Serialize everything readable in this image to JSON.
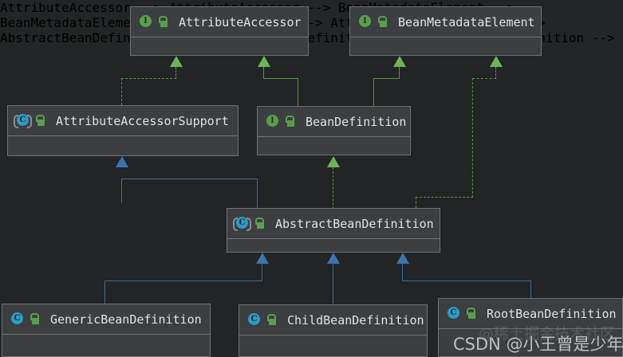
{
  "diagram": {
    "kind": "uml-class-hierarchy",
    "background_color": "#232425",
    "node_fill": "#3c3f41",
    "node_border": "#6e7072",
    "inheritance_color": "#3a6ea5",
    "realization_color": "#4e9a3d",
    "nodes": [
      {
        "id": "attribute-accessor",
        "name": "AttributeAccessor",
        "stereotype": "interface",
        "icon": "interface-icon",
        "visibility_icon": "public-unlocked-icon"
      },
      {
        "id": "bean-metadata-element",
        "name": "BeanMetadataElement",
        "stereotype": "interface",
        "icon": "interface-icon",
        "visibility_icon": "public-unlocked-icon"
      },
      {
        "id": "attribute-accessor-support",
        "name": "AttributeAccessorSupport",
        "stereotype": "abstract-class",
        "icon": "abstract-class-icon",
        "visibility_icon": "public-unlocked-icon"
      },
      {
        "id": "bean-definition",
        "name": "BeanDefinition",
        "stereotype": "interface",
        "icon": "interface-icon",
        "visibility_icon": "public-unlocked-icon"
      },
      {
        "id": "abstract-bean-definition",
        "name": "AbstractBeanDefinition",
        "stereotype": "abstract-class",
        "icon": "abstract-class-icon",
        "visibility_icon": "public-unlocked-icon"
      },
      {
        "id": "generic-bean-definition",
        "name": "GenericBeanDefinition",
        "stereotype": "class",
        "icon": "class-icon",
        "visibility_icon": "public-unlocked-icon"
      },
      {
        "id": "child-bean-definition",
        "name": "ChildBeanDefinition",
        "stereotype": "class",
        "icon": "class-icon",
        "visibility_icon": "public-unlocked-icon"
      },
      {
        "id": "root-bean-definition",
        "name": "RootBeanDefinition",
        "stereotype": "class",
        "icon": "class-icon",
        "visibility_icon": "public-unlocked-icon"
      }
    ],
    "edges": [
      {
        "from": "attribute-accessor-support",
        "to": "attribute-accessor",
        "type": "realization",
        "line": "dashed",
        "color": "#4e9a3d"
      },
      {
        "from": "bean-definition",
        "to": "attribute-accessor",
        "type": "generalization",
        "line": "solid",
        "color": "#4e9a3d"
      },
      {
        "from": "bean-definition",
        "to": "bean-metadata-element",
        "type": "generalization",
        "line": "solid",
        "color": "#4e9a3d"
      },
      {
        "from": "abstract-bean-definition",
        "to": "bean-metadata-element",
        "type": "realization",
        "line": "dashed",
        "color": "#4e9a3d"
      },
      {
        "from": "abstract-bean-definition",
        "to": "bean-definition",
        "type": "realization",
        "line": "dashed",
        "color": "#4e9a3d"
      },
      {
        "from": "abstract-bean-definition",
        "to": "attribute-accessor-support",
        "type": "generalization",
        "line": "solid",
        "color": "#3a6ea5"
      },
      {
        "from": "generic-bean-definition",
        "to": "abstract-bean-definition",
        "type": "generalization",
        "line": "solid",
        "color": "#3a6ea5"
      },
      {
        "from": "child-bean-definition",
        "to": "abstract-bean-definition",
        "type": "generalization",
        "line": "solid",
        "color": "#3a6ea5"
      },
      {
        "from": "root-bean-definition",
        "to": "abstract-bean-definition",
        "type": "generalization",
        "line": "solid",
        "color": "#3a6ea5"
      }
    ]
  },
  "watermark": {
    "primary": "CSDN @小王曾是少年",
    "ghost": "@稀土掘金技术社区"
  }
}
